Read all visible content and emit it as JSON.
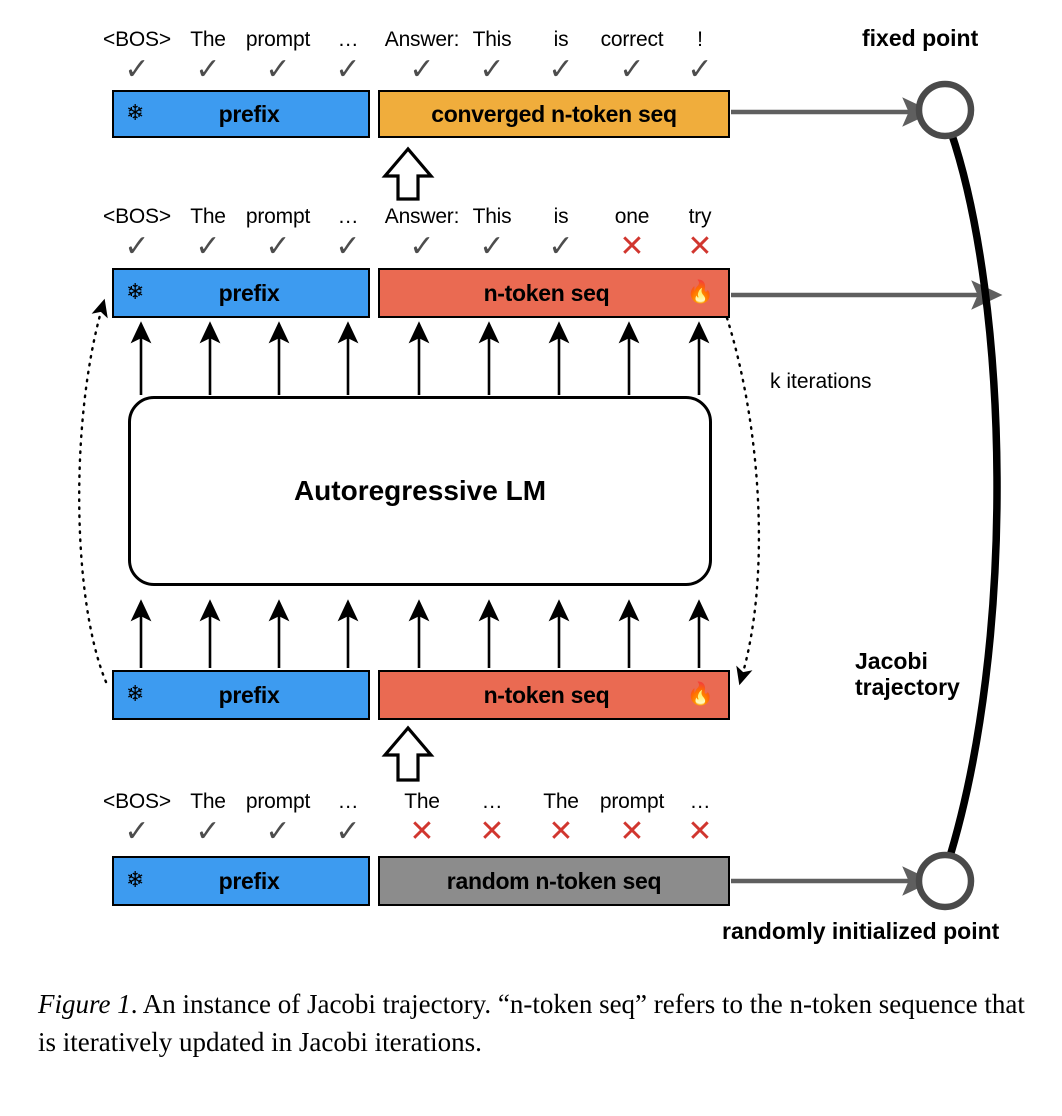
{
  "figure": {
    "title": "Jacobi trajectory diagram",
    "caption_prefix": "Figure 1",
    "caption_text": ". An instance of Jacobi trajectory. “n-token seq” refers to the n-token sequence that is iteratively updated in Jacobi iterations."
  },
  "colors": {
    "prefix_blue": "#3d9bf0",
    "converged_orange": "#f0ad3c",
    "ntoken_red": "#ea6a52",
    "random_gray": "#8c8c8c",
    "check_gray": "#4d4d4d",
    "cross_red": "#d1362f",
    "arrow_gray": "#606060",
    "trajectory_black": "#000000"
  },
  "rows": [
    {
      "id": "converged-row",
      "tokens": [
        "<BOS>",
        "The",
        "prompt",
        "…",
        "Answer:",
        "This",
        "is",
        "correct",
        "!"
      ],
      "marks": [
        "check",
        "check",
        "check",
        "check",
        "check",
        "check",
        "check",
        "check",
        "check"
      ],
      "prefix_label": "prefix",
      "seq_label": "converged n-token seq",
      "prefix_icon": "snowflake-icon",
      "seq_icon": null,
      "prefix_glyph": "❄",
      "seq_glyph": ""
    },
    {
      "id": "iteration-k-row",
      "tokens": [
        "<BOS>",
        "The",
        "prompt",
        "…",
        "Answer:",
        "This",
        "is",
        "one",
        "try"
      ],
      "marks": [
        "check",
        "check",
        "check",
        "check",
        "check",
        "check",
        "check",
        "cross",
        "cross"
      ],
      "prefix_label": "prefix",
      "seq_label": "n-token seq",
      "prefix_icon": "snowflake-icon",
      "seq_icon": "fire-icon",
      "prefix_glyph": "❄",
      "seq_glyph": "🔥"
    },
    {
      "id": "input-row",
      "tokens": [],
      "marks": [],
      "prefix_label": "prefix",
      "seq_label": "n-token seq",
      "prefix_icon": "snowflake-icon",
      "seq_icon": "fire-icon",
      "prefix_glyph": "❄",
      "seq_glyph": "🔥"
    },
    {
      "id": "random-init-row",
      "tokens": [
        "<BOS>",
        "The",
        "prompt",
        "…",
        "The",
        "…",
        "The",
        "prompt",
        "…"
      ],
      "marks": [
        "check",
        "check",
        "check",
        "check",
        "cross",
        "cross",
        "cross",
        "cross",
        "cross"
      ],
      "prefix_label": "prefix",
      "seq_label": "random n-token seq",
      "prefix_icon": "snowflake-icon",
      "seq_icon": null,
      "prefix_glyph": "❄",
      "seq_glyph": ""
    }
  ],
  "model": {
    "label": "Autoregressive LM"
  },
  "annotations": {
    "fixed_point": "fixed point",
    "randomly_initialized_point": "randomly initialized point",
    "jacobi_trajectory": "Jacobi\ntrajectory",
    "k_iterations": "k iterations"
  }
}
